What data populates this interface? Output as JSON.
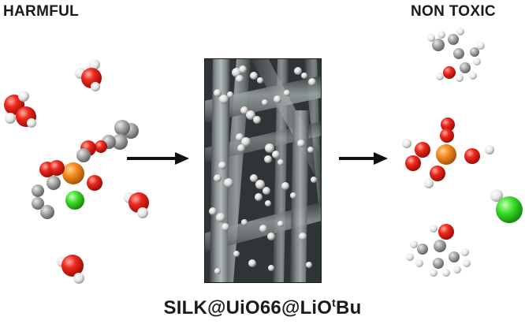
{
  "labels": {
    "harmful": "HARMFUL",
    "non_toxic": "NON TOXIC"
  },
  "caption": {
    "text_before_superscript": "SILK@UiO66@LiO",
    "superscript": "t",
    "text_after_superscript": "Bu"
  },
  "colors": {
    "oxygen": "#e8160f",
    "hydrogen": "#f2f2f2",
    "carbon": "#a6a6a6",
    "phosphorus": "#f08c1e",
    "chlorine": "#3ddc2a",
    "arrow": "#111111"
  },
  "icons": {
    "process_arrows": "arrow-right-icon",
    "material_image": "sem-micrograph"
  }
}
